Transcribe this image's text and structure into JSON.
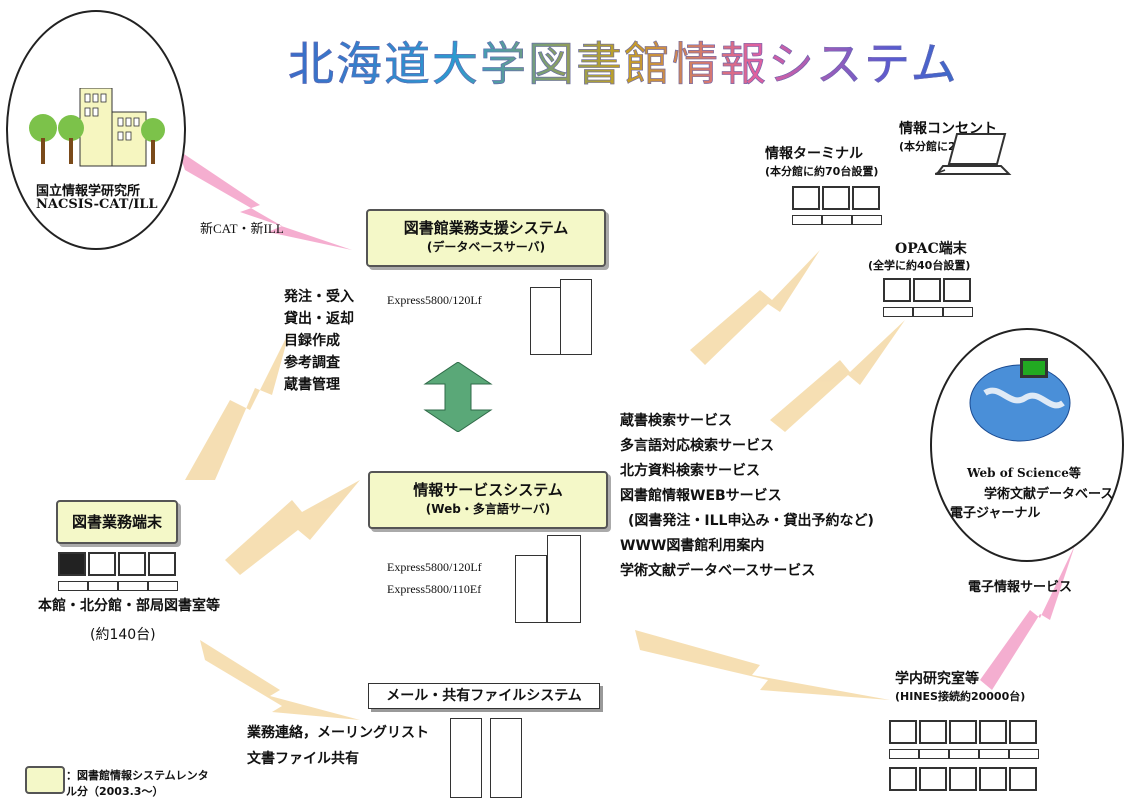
{
  "title": "北海道大学図書館情報システム",
  "nii": {
    "line1": "国立情報学研究所",
    "line2": "NACSIS-CAT/ILL"
  },
  "nii_link": "新CAT・新ILL",
  "business_system": {
    "title": "図書館業務支援システム",
    "subtitle": "(データベースサーバ)",
    "model": "Express5800/120Lf"
  },
  "business_tasks": [
    "発注・受入",
    "貸出・返却",
    "目録作成",
    "参考調査",
    "蔵書管理"
  ],
  "info_system": {
    "title": "情報サービスシステム",
    "subtitle": "(Web・多言語サーバ)",
    "model1": "Express5800/120Lf",
    "model2": "Express5800/110Ef"
  },
  "services": [
    "蔵書検索サービス",
    "多言語対応検索サービス",
    "北方資料検索サービス",
    "図書館情報WEBサービス",
    "(図書発注・ILL申込み・貸出予約など)",
    "WWW図書館利用案内",
    "学術文献データベースサービス"
  ],
  "mail_system": {
    "title": "メール・共有ファイルシステム",
    "items": [
      "業務連絡，メーリングリスト",
      "文書ファイル共有"
    ]
  },
  "library_terminal": {
    "title": "図書業務端末",
    "location": "本館・北分館・部局図書室等",
    "count": "(約140台)"
  },
  "info_outlet": {
    "title": "情報コンセント",
    "note": "(本分館に22基設置)"
  },
  "info_terminal": {
    "title": "情報ターミナル",
    "note": "(本分館に約70台設置)"
  },
  "opac": {
    "title": "OPAC端末",
    "note": "(全学に約40台設置)"
  },
  "external_db": {
    "line1": "Web of Science等",
    "line2": "学術文献データベース",
    "line3": "電子ジャーナル"
  },
  "e_info_service": "電子情報サービス",
  "lab": {
    "title": "学内研究室等",
    "note": "(HINES接続約20000台)"
  },
  "legend": {
    "line1": "：図書館情報システムレンタ",
    "line2": "ル分（2003.3～）"
  }
}
